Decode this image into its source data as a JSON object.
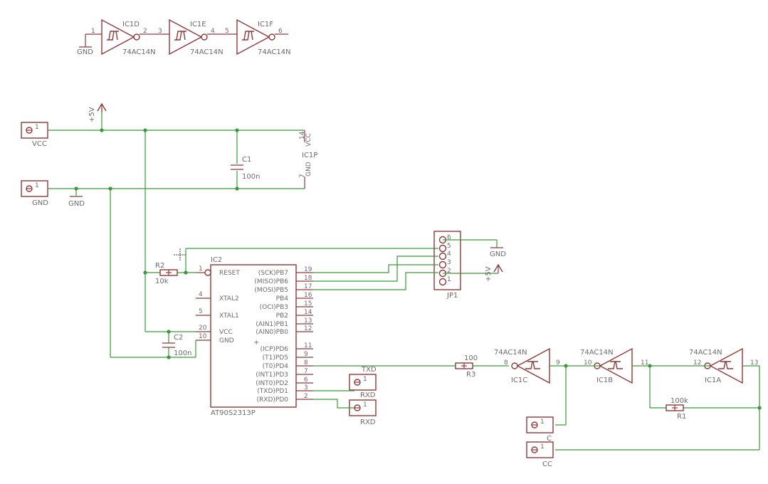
{
  "gates": {
    "ic1d": {
      "name": "IC1D",
      "type": "74AC14N",
      "pin_in": "1",
      "pin_out": "2"
    },
    "ic1e": {
      "name": "IC1E",
      "type": "74AC14N",
      "pin_in": "3",
      "pin_out": "4"
    },
    "ic1f": {
      "name": "IC1F",
      "type": "74AC14N",
      "pin_in": "5",
      "pin_out": "6"
    },
    "ic1c": {
      "name": "IC1C",
      "type": "74AC14N",
      "pin_in": "8",
      "pin_out": "9"
    },
    "ic1b": {
      "name": "IC1B",
      "type": "74AC14N",
      "pin_in": "10",
      "pin_out": "11"
    },
    "ic1a": {
      "name": "IC1A",
      "type": "74AC14N",
      "pin_in": "12",
      "pin_out": "13"
    }
  },
  "gnd_label": "GND",
  "vcc_label": "VCC",
  "plus5v_label": "+5V",
  "connectors": {
    "vcc": {
      "name": "VCC",
      "pin": "1"
    },
    "gnd": {
      "name": "GND",
      "pin": "1"
    },
    "txd": {
      "name": "TXD",
      "pin": "1"
    },
    "rxd": {
      "name": "RXD",
      "pin": "1"
    },
    "rxd_overlap": "RXD",
    "c": {
      "name": "C",
      "pin": "1"
    },
    "cc": {
      "name": "CC",
      "pin": "1"
    }
  },
  "c1": {
    "name": "C1",
    "value": "100n"
  },
  "c2": {
    "name": "C2",
    "value": "100n"
  },
  "r1": {
    "name": "R1",
    "value": "100k"
  },
  "r2": {
    "name": "R2",
    "value": "10k"
  },
  "r3": {
    "name": "R3",
    "value": "100"
  },
  "ic1p": {
    "name": "IC1P",
    "vcc_pin": "14",
    "gnd_pin": "7",
    "vcc": "VCC",
    "gnd": "GND"
  },
  "jp1": {
    "name": "JP1",
    "pins": [
      "6",
      "5",
      "4",
      "3",
      "2",
      "1"
    ]
  },
  "ic2": {
    "name": "IC2",
    "part": "AT90S2313P",
    "left_pins": [
      {
        "num": "1",
        "label": "RESET"
      },
      {
        "num": "4",
        "label": "XTAL2"
      },
      {
        "num": "5",
        "label": "XTAL1"
      },
      {
        "num": "20",
        "label": "VCC"
      },
      {
        "num": "10",
        "label": "GND"
      }
    ],
    "right_pins": [
      {
        "num": "19",
        "label": "(SCK)PB7"
      },
      {
        "num": "18",
        "label": "(MISO)PB6"
      },
      {
        "num": "17",
        "label": "(MOSI)PB5"
      },
      {
        "num": "16",
        "label": "PB4"
      },
      {
        "num": "15",
        "label": "(OCI)PB3"
      },
      {
        "num": "14",
        "label": "PB2"
      },
      {
        "num": "13",
        "label": "(AIN1)PB1"
      },
      {
        "num": "12",
        "label": "(AIN0)PB0"
      },
      {
        "num": "11",
        "label": "(ICP)PD6"
      },
      {
        "num": "9",
        "label": "(T1)PD5"
      },
      {
        "num": "8",
        "label": "(T0)PD4"
      },
      {
        "num": "7",
        "label": "(INT1)PD3"
      },
      {
        "num": "6",
        "label": "(INT0)PD2"
      },
      {
        "num": "3",
        "label": "(TXD)PD1"
      },
      {
        "num": "2",
        "label": "(RXD)PD0"
      }
    ]
  }
}
